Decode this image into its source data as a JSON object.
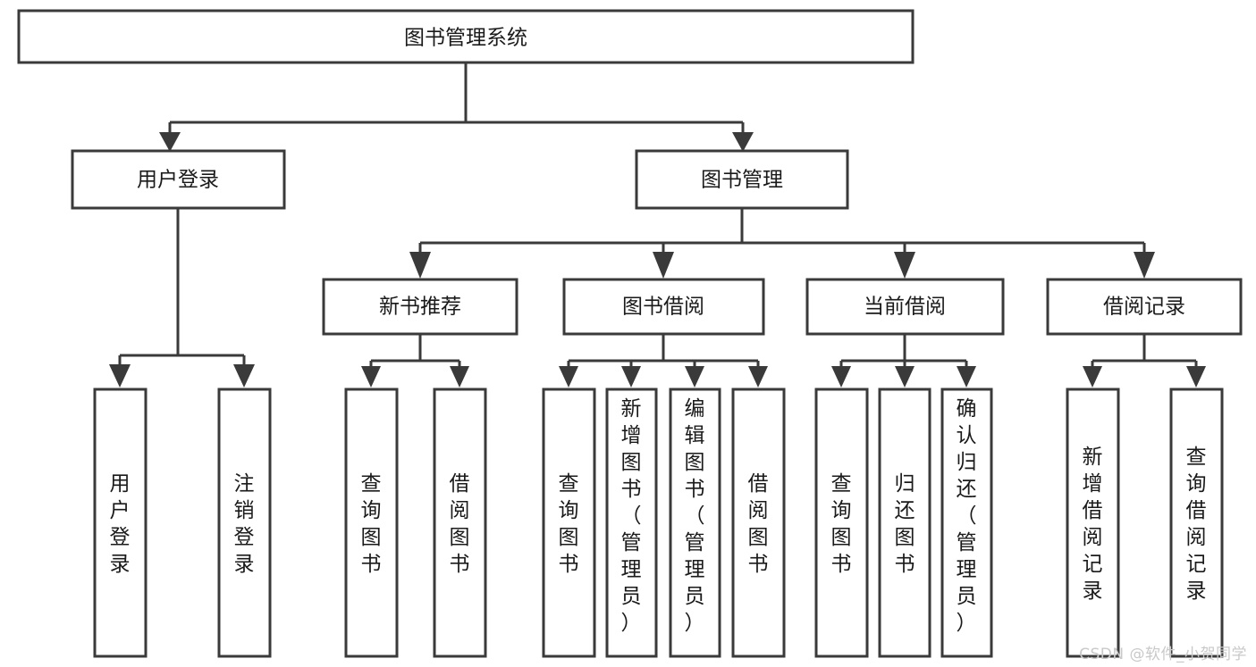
{
  "diagram": {
    "title": "图书管理系统",
    "type": "hierarchy-tree",
    "orientation": "top-down",
    "colors": {
      "box_stroke": "#3a3a3a",
      "box_fill": "#ffffff",
      "connector": "#3a3a3a",
      "text": "#1a1a1a",
      "watermark": "#c9c9c9"
    }
  },
  "root": {
    "id": "root",
    "label": "图书管理系统",
    "orientation": "horizontal"
  },
  "level2": [
    {
      "id": "user-login",
      "label": "用户登录",
      "orientation": "horizontal"
    },
    {
      "id": "book-management",
      "label": "图书管理",
      "orientation": "horizontal"
    }
  ],
  "level3": [
    {
      "id": "new-book-recommend",
      "label": "新书推荐",
      "parent": "book-management",
      "orientation": "horizontal"
    },
    {
      "id": "book-borrow",
      "label": "图书借阅",
      "parent": "book-management",
      "orientation": "horizontal"
    },
    {
      "id": "current-borrow",
      "label": "当前借阅",
      "parent": "book-management",
      "orientation": "horizontal"
    },
    {
      "id": "borrow-record",
      "label": "借阅记录",
      "parent": "book-management",
      "orientation": "horizontal"
    }
  ],
  "leaves": [
    {
      "id": "leaf-user-login",
      "label": "用户登录",
      "parent": "user-login",
      "orientation": "vertical",
      "align": "middle"
    },
    {
      "id": "leaf-logout",
      "label": "注销登录",
      "parent": "user-login",
      "orientation": "vertical",
      "align": "middle"
    },
    {
      "id": "leaf-query-book-1",
      "label": "查询图书",
      "parent": "new-book-recommend",
      "orientation": "vertical",
      "align": "middle"
    },
    {
      "id": "leaf-borrow-book-1",
      "label": "借阅图书",
      "parent": "new-book-recommend",
      "orientation": "vertical",
      "align": "middle"
    },
    {
      "id": "leaf-query-book-2",
      "label": "查询图书",
      "parent": "book-borrow",
      "orientation": "vertical",
      "align": "middle"
    },
    {
      "id": "leaf-add-book-admin",
      "label": "新增图书（管理员）",
      "parent": "book-borrow",
      "orientation": "vertical",
      "align": "top"
    },
    {
      "id": "leaf-edit-book-admin",
      "label": "编辑图书（管理员）",
      "parent": "book-borrow",
      "orientation": "vertical",
      "align": "top"
    },
    {
      "id": "leaf-borrow-book-2",
      "label": "借阅图书",
      "parent": "book-borrow",
      "orientation": "vertical",
      "align": "middle"
    },
    {
      "id": "leaf-query-book-3",
      "label": "查询图书",
      "parent": "current-borrow",
      "orientation": "vertical",
      "align": "middle"
    },
    {
      "id": "leaf-return-book",
      "label": "归还图书",
      "parent": "current-borrow",
      "orientation": "vertical",
      "align": "middle"
    },
    {
      "id": "leaf-confirm-return-admin",
      "label": "确认归还（管理员）",
      "parent": "current-borrow",
      "orientation": "vertical",
      "align": "top"
    },
    {
      "id": "leaf-add-borrow-record",
      "label": "新增借阅记录",
      "parent": "borrow-record",
      "orientation": "vertical",
      "align": "middle"
    },
    {
      "id": "leaf-query-borrow-record",
      "label": "查询借阅记录",
      "parent": "borrow-record",
      "orientation": "vertical",
      "align": "middle"
    }
  ],
  "watermark": {
    "text": "CSDN @软件_小贺同学"
  }
}
